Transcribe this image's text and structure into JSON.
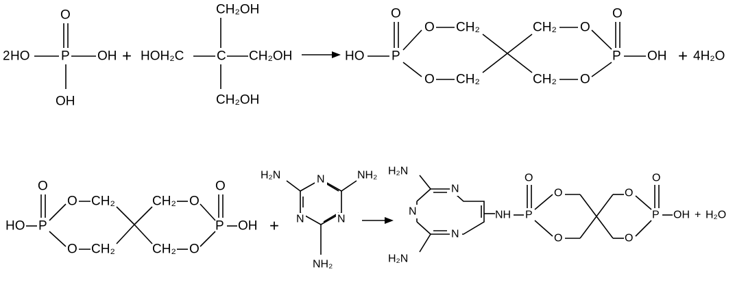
{
  "reaction1": {
    "phosphoric_acid": {
      "coefficient": "2",
      "p": "P",
      "o_top": "O",
      "ho_left": "HO",
      "oh_right": "OH",
      "oh_bottom": "OH"
    },
    "plus_1": "+",
    "pentaerythritol": {
      "c": "C",
      "top": "CH₂OH",
      "left": "HOH₂C",
      "right": "CH₂OH",
      "bottom": "CH₂OH"
    },
    "spiro_product": {
      "ho_left": "HO",
      "p_left": "P",
      "o_left_top": "O",
      "ring_o_ul": "O",
      "ring_ch2_ul": "CH₂",
      "ring_o_ll": "O",
      "ring_ch2_ll": "CH₂",
      "ring_ch2_ur": "CH₂",
      "ring_o_ur": "O",
      "ring_ch2_lr": "CH₂",
      "ring_o_lr": "O",
      "p_right": "P",
      "o_right_top": "O",
      "oh_right": "OH"
    },
    "plus_2": "+",
    "water": "4H₂O"
  },
  "reaction2": {
    "spiro_reactant": {
      "ho_left": "HO",
      "p_left": "P",
      "o_left_top": "O",
      "ring_o_ul": "O",
      "ring_ch2_ul": "CH₂",
      "ring_o_ll": "O",
      "ring_ch2_ll": "CH₂",
      "ring_ch2_ur": "CH₂",
      "ring_o_ur": "O",
      "ring_ch2_lr": "CH₂",
      "ring_o_lr": "O",
      "p_right": "P",
      "o_right_top": "O",
      "oh_right": "OH"
    },
    "plus_1": "+",
    "melamine": {
      "nh2_ul": "H₂N",
      "nh2_ur": "NH₂",
      "nh2_bottom": "NH₂",
      "n_top": "N",
      "n_left": "N",
      "n_right": "N"
    },
    "product": {
      "nh2_top": "H₂N",
      "nh2_bottom": "H₂N",
      "n_top": "N",
      "n_left": "N",
      "n_bottom": "N",
      "nh_link": "NH",
      "p_left": "P",
      "o_left_top": "O",
      "ring_o_ul": "O",
      "ring_o_ll": "O",
      "ring_o_ur": "O",
      "ring_o_lr": "O",
      "p_right": "P",
      "o_right_top": "O",
      "oh_right": "OH"
    },
    "plus_2": "+",
    "water": "H₂O"
  }
}
